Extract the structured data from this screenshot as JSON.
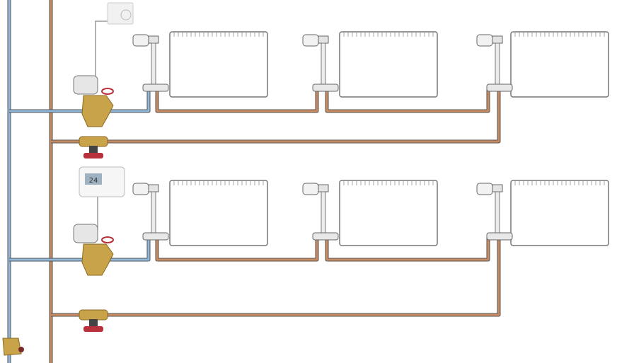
{
  "diagram": {
    "thermostat_display": "24",
    "colors": {
      "supply_pipe": "#8fb8dc",
      "return_pipe": "#c98a60",
      "brass": "#c9a34a",
      "actuator": "#e6e6e6",
      "handle": "#b8323c",
      "radiator_outline": "#777777"
    },
    "floors": [
      {
        "radiators": 3,
        "controller": "room-thermostat-dial"
      },
      {
        "radiators": 3,
        "controller": "digital-thermostat"
      }
    ]
  }
}
